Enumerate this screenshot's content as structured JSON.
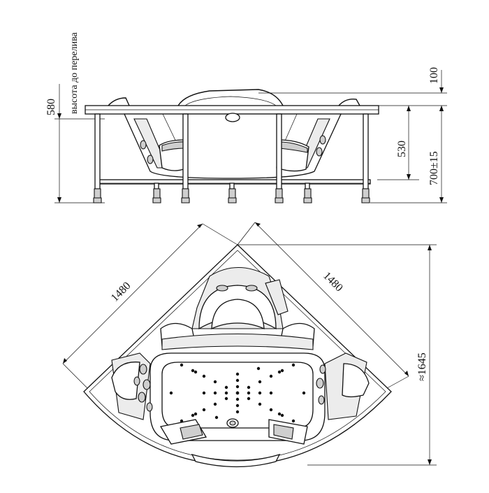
{
  "dimensions": {
    "overflow_height": "580",
    "overflow_height_label": "высота до перелива",
    "rim_offset": "100",
    "frame_height": "530",
    "total_height": "700±15",
    "side_left": "1480",
    "side_right": "1480",
    "diagonal": "≈1645"
  },
  "colors": {
    "line": "#111111",
    "background": "#ffffff",
    "shade": "#cfcfcf"
  }
}
